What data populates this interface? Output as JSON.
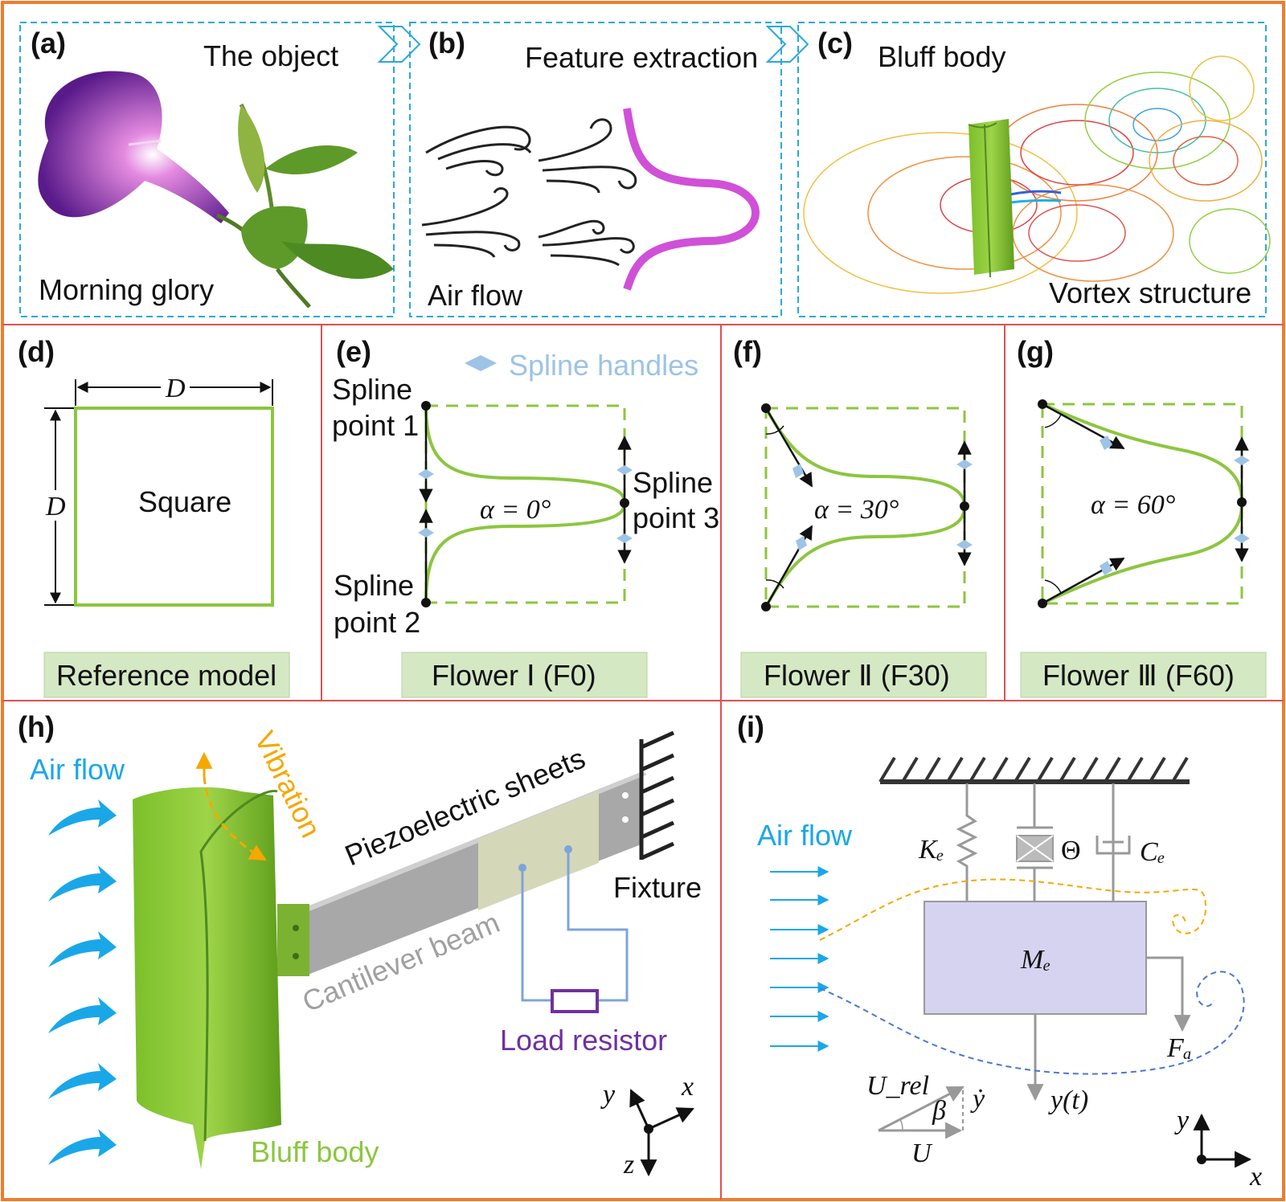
{
  "panels": {
    "a": {
      "tag": "(a)",
      "title": "The object",
      "caption": "Morning glory"
    },
    "b": {
      "tag": "(b)",
      "title": "Feature extraction",
      "caption": "Air flow"
    },
    "c": {
      "tag": "(c)",
      "title": "Bluff body",
      "caption": "Vortex structure"
    },
    "d": {
      "tag": "(d)",
      "dim_h": "D",
      "dim_v": "D",
      "shape": "Square",
      "model": "Reference model"
    },
    "e": {
      "tag": "(e)",
      "legend": "Spline handles",
      "sp1a": "Spline",
      "sp1b": "point 1",
      "sp2a": "Spline",
      "sp2b": "point 2",
      "sp3a": "Spline",
      "sp3b": "point 3",
      "alpha": "α = 0°",
      "model": "Flower Ⅰ (F0)"
    },
    "f": {
      "tag": "(f)",
      "alpha": "α = 30°",
      "model": "Flower Ⅱ (F30)"
    },
    "g": {
      "tag": "(g)",
      "alpha": "α = 60°",
      "model": "Flower Ⅲ (F60)"
    },
    "h": {
      "tag": "(h)",
      "airflow": "Air flow",
      "vibration": "Vibration",
      "piezo": "Piezoelectric sheets",
      "fixture": "Fixture",
      "cantilever": "Cantilever beam",
      "resistor": "Load resistor",
      "bluff": "Bluff body",
      "ax_y": "y",
      "ax_x": "x",
      "ax_z": "z"
    },
    "i": {
      "tag": "(i)",
      "airflow": "Air flow",
      "ke": "Kₑ",
      "theta": "Θ",
      "ce": "Cₑ",
      "me": "Mₑ",
      "fa": "Fₐ",
      "urel": "U_rel",
      "beta": "β",
      "ydot": "ẏ",
      "yt": "y(t)",
      "u": "U",
      "ax_y": "y",
      "ax_x": "x"
    }
  },
  "colors": {
    "frame": "#ed7d31",
    "divider": "#e05050",
    "dash": "#29a9d9",
    "green": "#8cc63f",
    "box": "#d5e8c4",
    "magenta": "#d050d8"
  }
}
